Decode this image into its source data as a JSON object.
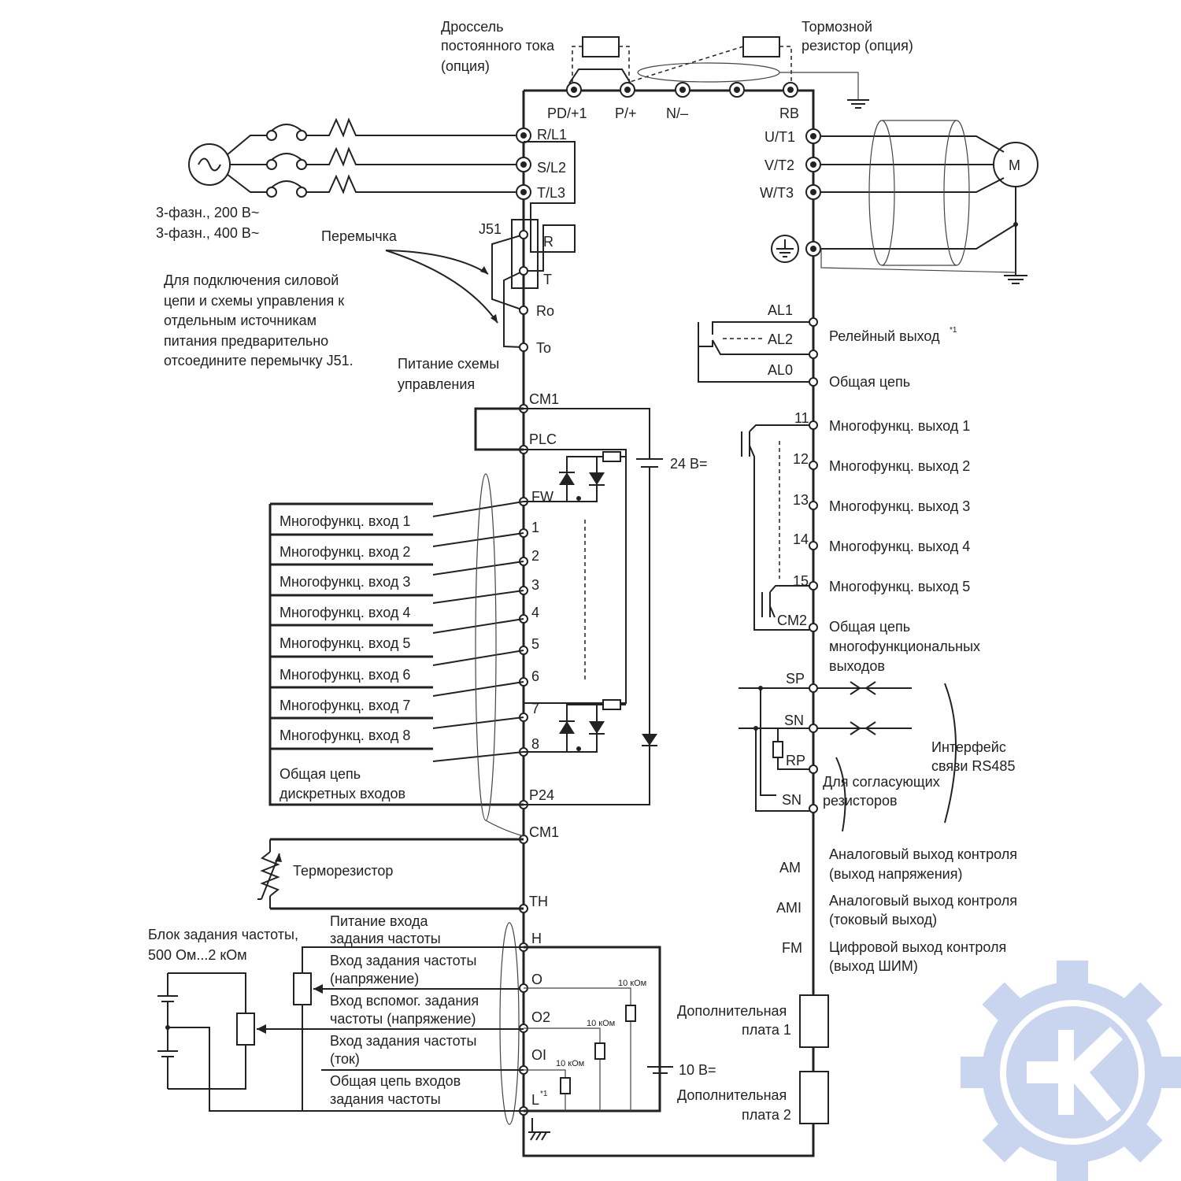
{
  "top": {
    "choke_label": [
      "Дроссель",
      "постоянного тока",
      "(опция)"
    ],
    "brake_label": [
      "Тормозной",
      "резистор (опция)"
    ],
    "terminals": [
      "PD/+1",
      "P/+",
      "N/–",
      "RB"
    ]
  },
  "power": {
    "input_terms": [
      "R/L1",
      "S/L2",
      "T/L3"
    ],
    "output_terms": [
      "U/T1",
      "V/T2",
      "W/T3"
    ],
    "supply_label": [
      "3-фазн., 200 В~",
      "3-фазн., 400 В~"
    ],
    "motor_label": "M"
  },
  "jumper": {
    "id": "J51",
    "label": "Перемычка",
    "terms": [
      "R",
      "T",
      "Ro",
      "To"
    ],
    "note": [
      "Для подключения силовой",
      "цепи и схемы управления к",
      "отдельным источникам",
      "питания предварительно",
      "отсоедините перемычку J51."
    ],
    "ctrl_power_label": [
      "Питание схемы",
      "управления"
    ]
  },
  "inputs": {
    "terms": [
      "CM1",
      "PLC",
      "FW",
      "1",
      "2",
      "3",
      "4",
      "5",
      "6",
      "7",
      "8",
      "P24",
      "CM1",
      "TH"
    ],
    "labels": [
      "Многофункц. вход 1",
      "Многофункц. вход 2",
      "Многофункц. вход 3",
      "Многофункц. вход 4",
      "Многофункц. вход 5",
      "Многофункц. вход 6",
      "Многофункц. вход 7",
      "Многофункц. вход 8"
    ],
    "common_label": [
      "Общая цепь",
      "дискретных входов"
    ],
    "thermistor_label": "Терморезистор",
    "supply_24": "24 В="
  },
  "freq": {
    "terms": [
      "H",
      "O",
      "O2",
      "OI",
      "L"
    ],
    "l_sup": "*1",
    "block_label": [
      "Блок задания частоты,",
      "500 Ом...2 кОм"
    ],
    "labels": [
      [
        "Питание входа",
        "задания частоты"
      ],
      [
        "Вход задания частоты",
        "(напряжение)"
      ],
      [
        "Вход вспомог. задания",
        "частоты (напряжение)"
      ],
      [
        "Вход задания частоты",
        "(ток)"
      ],
      [
        "Общая цепь входов",
        "задания частоты"
      ]
    ],
    "resistors": [
      "10 кОм",
      "10 кОм",
      "10 кОм"
    ],
    "supply_10": "10 В="
  },
  "outputs": {
    "relay_terms": [
      "AL1",
      "AL2",
      "AL0"
    ],
    "relay_label": "Релейный выход",
    "relay_sup": "*1",
    "relay_common": "Общая цепь",
    "mf_terms": [
      "11",
      "12",
      "13",
      "14",
      "15",
      "CM2"
    ],
    "mf_labels": [
      "Многофункц. выход 1",
      "Многофункц. выход 2",
      "Многофункц. выход 3",
      "Многофункц. выход 4",
      "Многофункц. выход 5"
    ],
    "mf_common": [
      "Общая цепь",
      "многофункциональных",
      "выходов"
    ],
    "rs485_terms": [
      "SP",
      "SN",
      "RP",
      "SN"
    ],
    "rs485_label": [
      "Интерфейс",
      "связи RS485"
    ],
    "term_res_label": [
      "Для согласующих",
      "резисторов"
    ],
    "analog_terms": [
      "AM",
      "AMI",
      "FM"
    ],
    "analog_labels": [
      [
        "Аналоговый выход контроля",
        "(выход напряжения)"
      ],
      [
        "Аналоговый выход контроля",
        "(токовый выход)"
      ],
      [
        "Цифровой выход контроля",
        "(выход ШИМ)"
      ]
    ],
    "option_boards": [
      [
        "Дополнительная",
        "плата 1"
      ],
      [
        "Дополнительная",
        "плата 2"
      ]
    ]
  },
  "watermark": {
    "icon": "gear-logo-icon",
    "color": "#c9d4ee"
  }
}
